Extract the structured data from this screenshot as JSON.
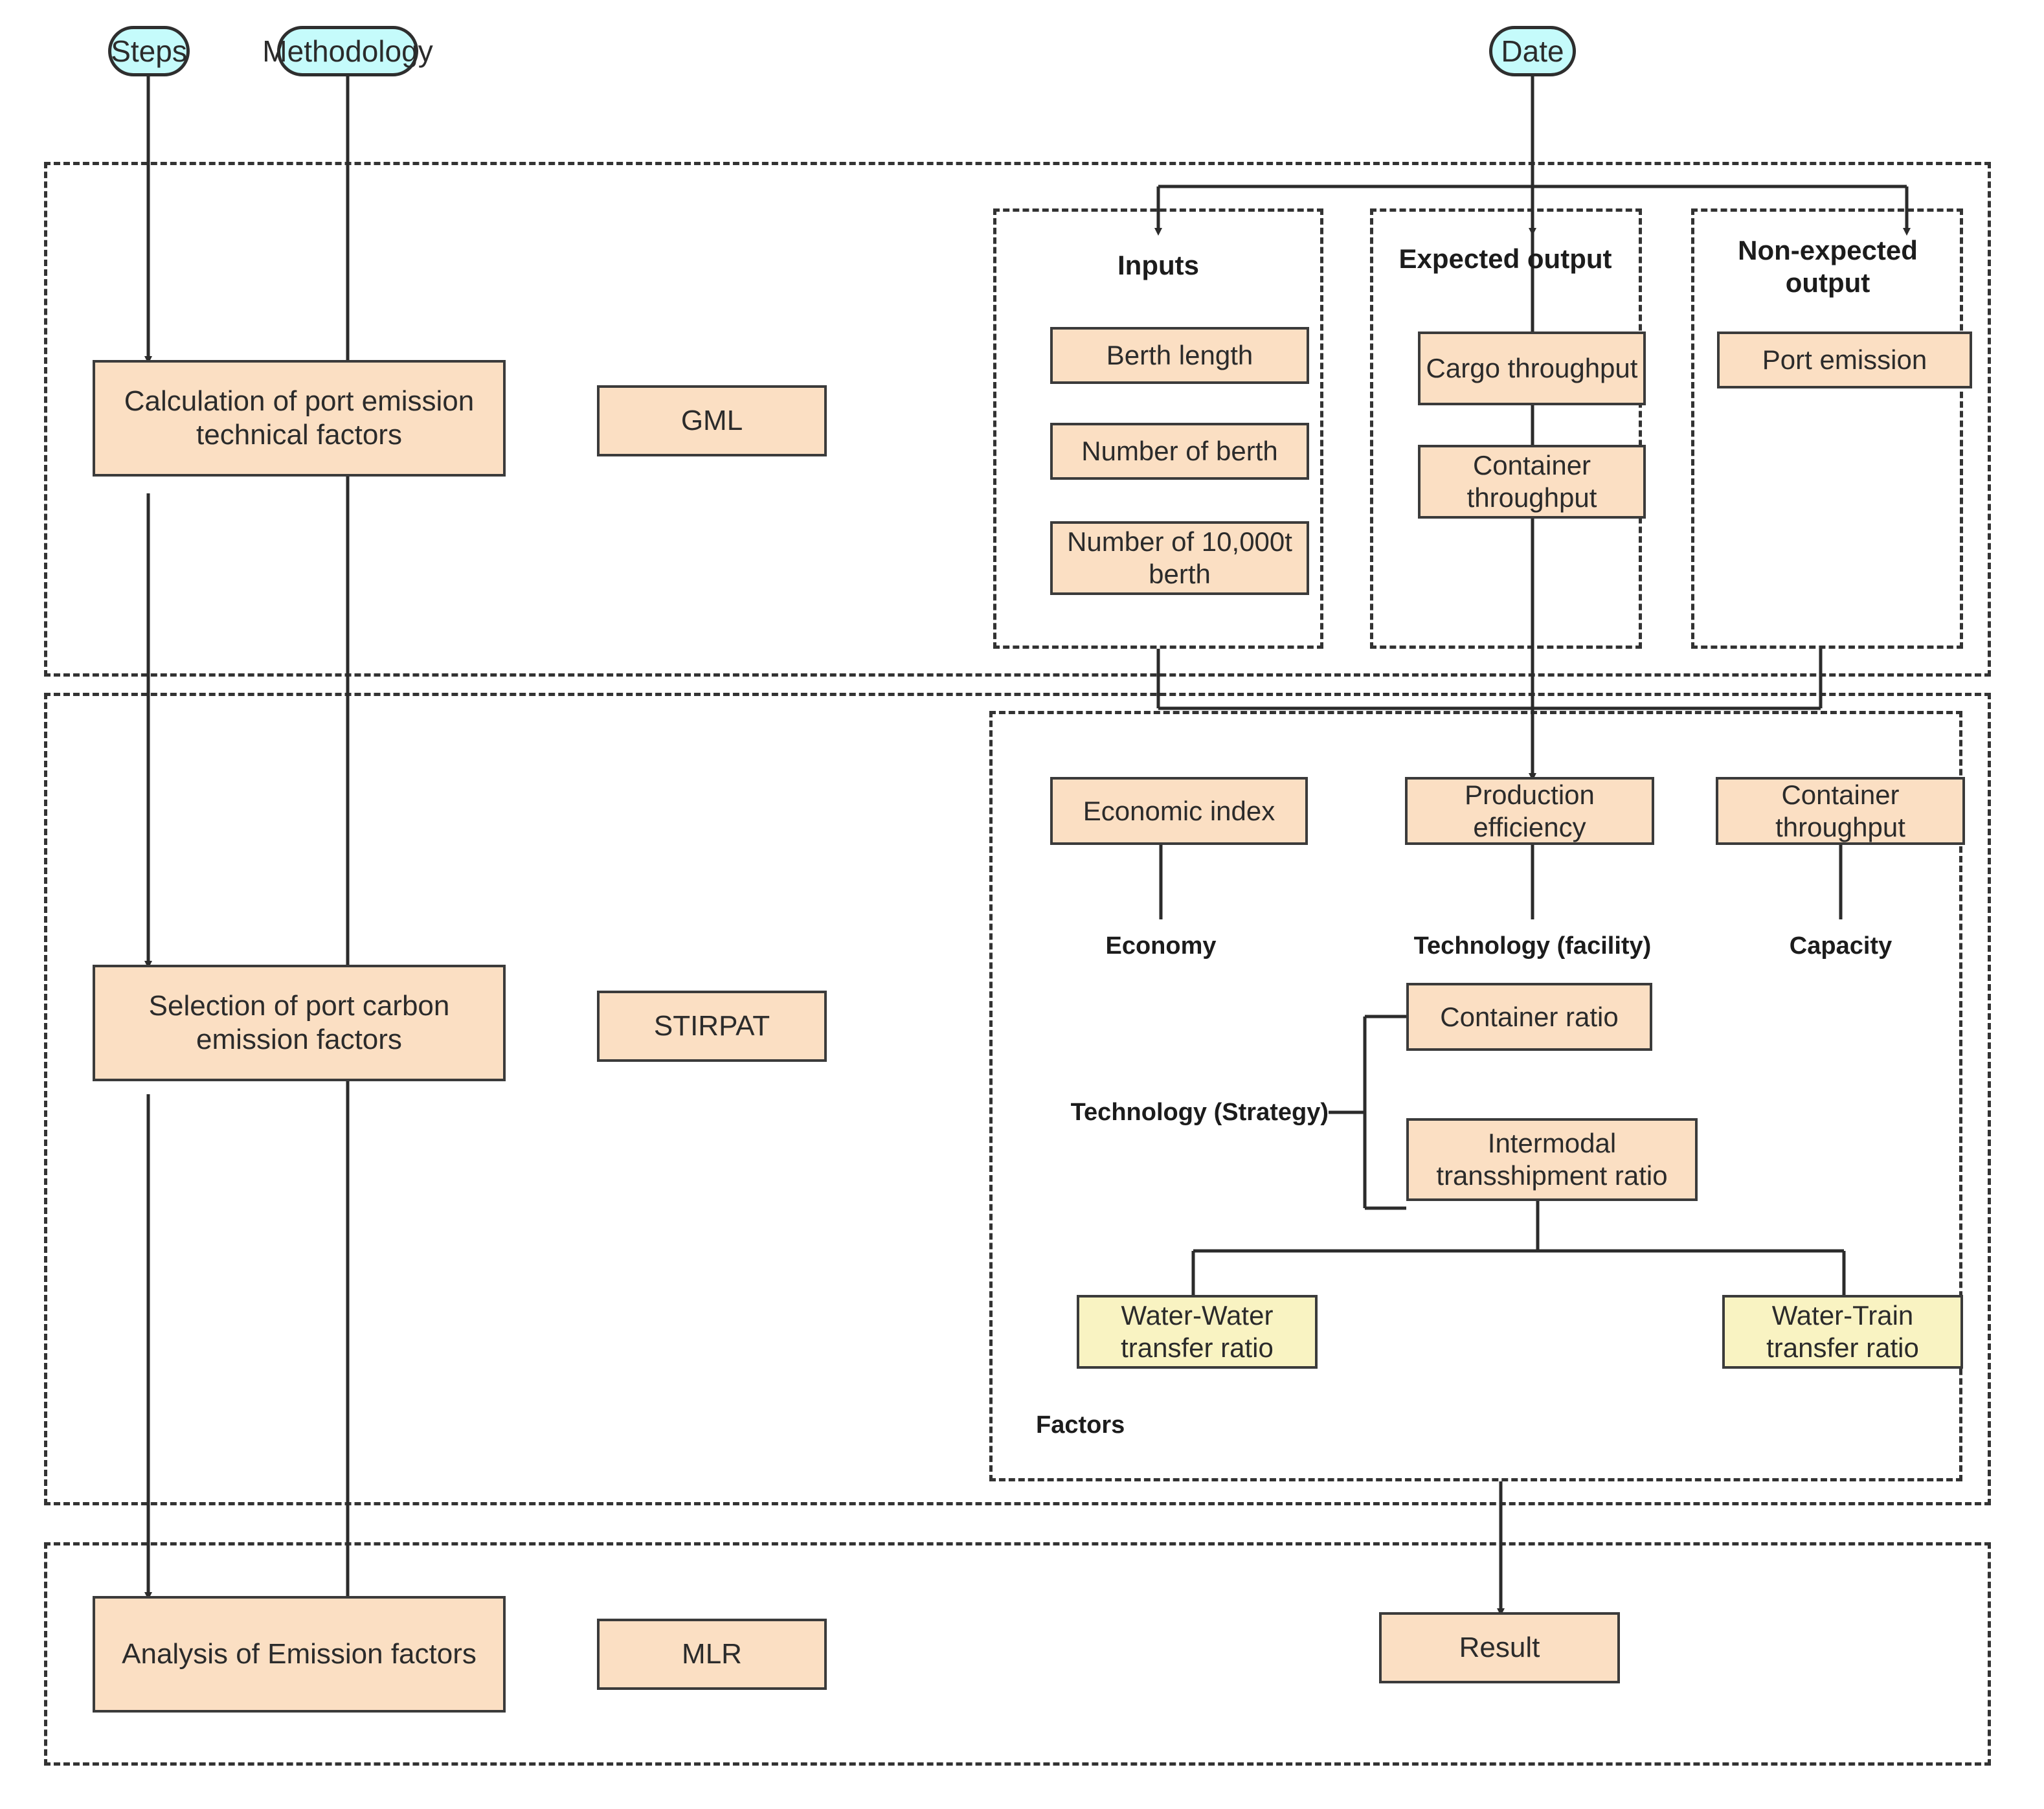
{
  "diagram": {
    "title": "Port carbon emission research framework flowchart",
    "colors": {
      "process_fill": "#fbdfc3",
      "highlight_fill": "#f9f3c2",
      "bubble_fill": "#c5fbfb",
      "stroke": "#333333",
      "text": "#2b2b2b"
    },
    "bubbles": [
      {
        "id": "steps",
        "label": "Steps"
      },
      {
        "id": "methodology",
        "label": "Methodology"
      },
      {
        "id": "date",
        "label": "Date"
      }
    ],
    "lanes": [
      {
        "id": "lane-1",
        "label": ""
      },
      {
        "id": "lane-2",
        "label": ""
      },
      {
        "id": "lane-3",
        "label": ""
      }
    ],
    "steps_column": [
      {
        "id": "step-1",
        "label": "Calculation of port emission technical factors"
      },
      {
        "id": "step-2",
        "label": "Selection of port carbon emission factors"
      },
      {
        "id": "step-3",
        "label": "Analysis of Emission factors"
      }
    ],
    "methodology_column": [
      {
        "id": "method-1",
        "label": "GML"
      },
      {
        "id": "method-2",
        "label": "STIRPAT"
      },
      {
        "id": "method-3",
        "label": "MLR"
      }
    ],
    "data_groups": [
      {
        "id": "inputs",
        "title": "Inputs",
        "items": [
          "Berth length",
          "Number of berth",
          "Number of 10,000t berth"
        ]
      },
      {
        "id": "expected-output",
        "title": "Expected output",
        "items": [
          "Cargo throughput",
          "Container throughput"
        ]
      },
      {
        "id": "non-expected-output",
        "title": "Non-expected output",
        "items": [
          "Port emission"
        ]
      }
    ],
    "factors": {
      "title": "Factors",
      "top_row": [
        {
          "id": "economic-index",
          "label": "Economic index",
          "caption": "Economy"
        },
        {
          "id": "production-efficiency",
          "label": "Production efficiency",
          "caption": "Technology (facility)"
        },
        {
          "id": "container-throughput",
          "label": "Container throughput",
          "caption": "Capacity"
        }
      ],
      "strategy": {
        "caption": "Technology (Strategy)",
        "items": [
          {
            "id": "container-ratio",
            "label": "Container ratio"
          },
          {
            "id": "intermodal-ratio",
            "label": "Intermodal transshipment ratio"
          }
        ]
      },
      "transfers": [
        {
          "id": "water-water",
          "label": "Water-Water transfer ratio"
        },
        {
          "id": "water-train",
          "label": "Water-Train transfer ratio"
        }
      ]
    },
    "result": {
      "id": "result",
      "label": "Result"
    }
  }
}
